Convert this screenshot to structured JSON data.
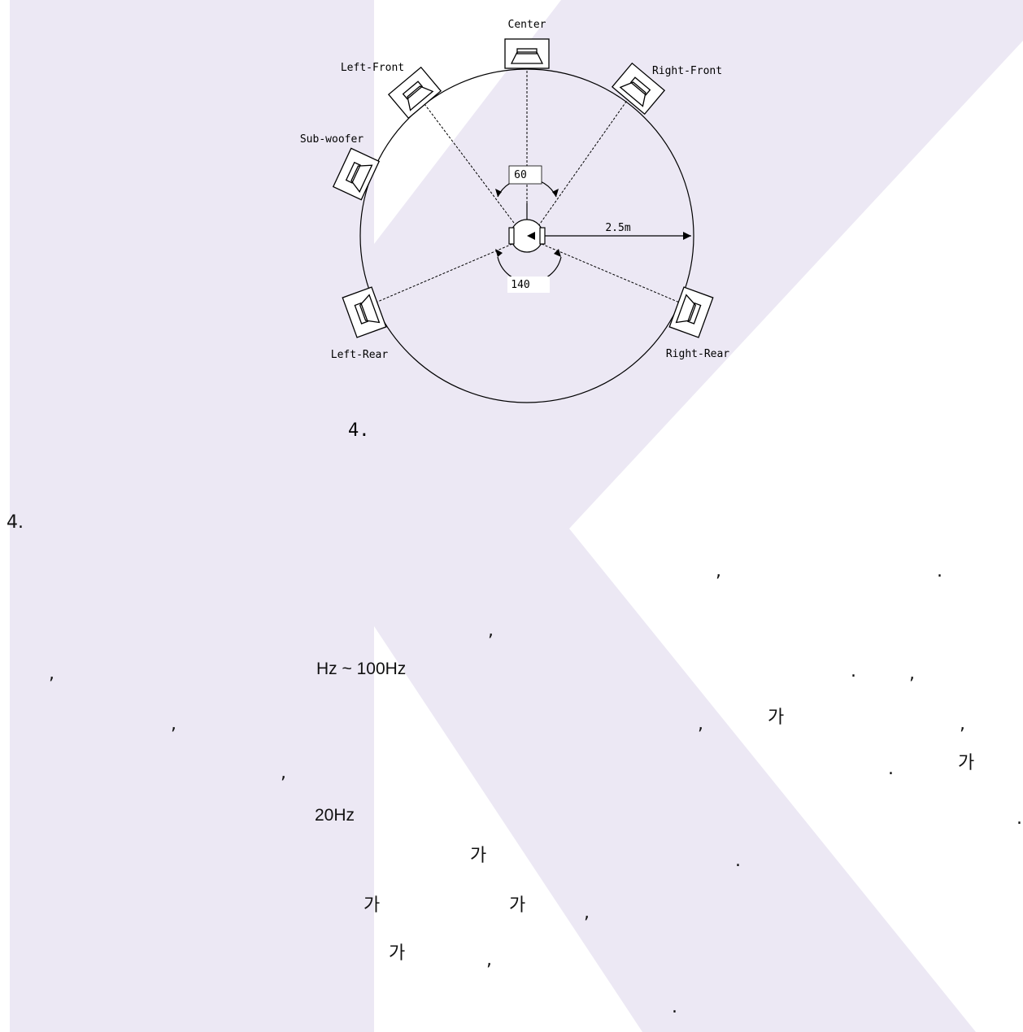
{
  "watermark": {
    "color": "#ece8f4",
    "name": "K-logo watermark"
  },
  "diagram": {
    "labels": {
      "center": "Center",
      "left_front": "Left-Front",
      "right_front": "Right-Front",
      "sub_woofer": "Sub-woofer",
      "left_rear": "Left-Rear",
      "right_rear": "Right-Rear",
      "angle_front": "60",
      "angle_rear": "140",
      "radius": "2.5m"
    },
    "caption": "4."
  },
  "section_heading": "4.",
  "text_fragments": {
    "f1": ",",
    "f2": ".",
    "f3": ",",
    "f4": ",",
    "f5": "Hz ~ 100Hz",
    "f6": ".",
    "f7": ",",
    "f8": ",",
    "f9": ",",
    "f10": "가",
    "f11": ",",
    "f12": ",",
    "f13": ".",
    "f14": "가",
    "f15": "20Hz",
    "f16": ".",
    "f17": "가",
    "f18": ".",
    "f19": "가",
    "f20": "가",
    "f21": ",",
    "f22": "가",
    "f23": ",",
    "f24": "."
  }
}
